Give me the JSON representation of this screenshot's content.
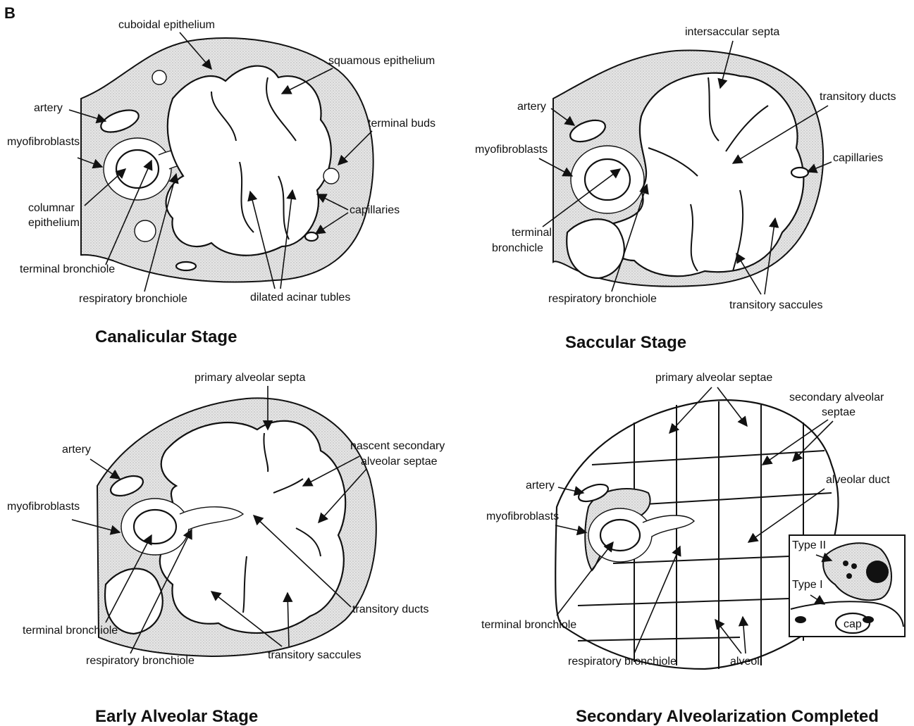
{
  "panel_letter": "B",
  "panels": {
    "canalicular": {
      "title": "Canalicular Stage",
      "labels": {
        "cuboidal_epithelium": "cuboidal epithelium",
        "squamous_epithelium": "squamous epithelium",
        "artery": "artery",
        "myofibroblasts": "myofibroblasts",
        "terminal_buds": "terminal buds",
        "columnar_1": "columnar",
        "columnar_2": "epithelium",
        "capillaries": "capillaries",
        "terminal_bronchiole": "terminal bronchiole",
        "respiratory_bronchiole": "respiratory bronchiole",
        "dilated_acinar_tubles": "dilated acinar tubles"
      }
    },
    "saccular": {
      "title": "Saccular Stage",
      "labels": {
        "intersaccular_septa": "intersaccular septa",
        "transitory_ducts": "transitory ducts",
        "artery": "artery",
        "myofibroblasts": "myofibroblasts",
        "capillaries": "capillaries",
        "terminal_1": "terminal",
        "terminal_2": "bronchicle",
        "respiratory_bronchiole": "respiratory bronchiole",
        "transitory_saccules": "transitory saccules"
      }
    },
    "early_alveolar": {
      "title": "Early Alveolar Stage",
      "labels": {
        "primary_alveolar_septa": "primary alveolar septa",
        "artery": "artery",
        "nascent_1": "nascent secondary",
        "nascent_2": "alveolar septae",
        "myofibroblasts": "myofibroblasts",
        "transitory_ducts": "transitory ducts",
        "terminal_bronchiole": "terminal bronchiole",
        "respiratory_bronchiole": "respiratory bronchiole",
        "transitory_saccules": "transitory saccules"
      }
    },
    "secondary": {
      "title": "Secondary Alveolarization Completed",
      "labels": {
        "primary_alveolar_septae": "primary alveolar septae",
        "secondary_1": "secondary alveolar",
        "secondary_2": "septae",
        "artery": "artery",
        "alveolar_duct": "alveolar duct",
        "myofibroblasts": "myofibroblasts",
        "type_ii": "Type II",
        "type_i": "Type I",
        "cap": "cap",
        "terminal_bronchiole": "terminal bronchiole",
        "respiratory_bronchiole": "respiratory bronchiole",
        "alveoli": "alveoli"
      }
    }
  }
}
